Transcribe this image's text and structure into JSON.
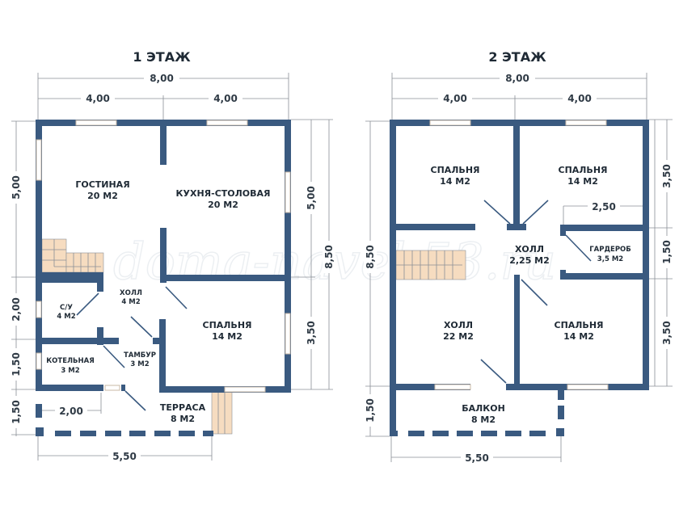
{
  "watermark": "doma-navek53.ru",
  "floor1": {
    "title": "1 ЭТАЖ",
    "dims": {
      "total_w": "8,00",
      "half_l": "4,00",
      "half_r": "4,00",
      "left_top": "5,00",
      "left_mid": "2,00",
      "left_low": "1,50",
      "left_terrace": "1,50",
      "right_top": "5,00",
      "right_low": "3,50",
      "right_total": "8,50",
      "terrace_w": "2,00",
      "bottom": "5,50"
    },
    "rooms": [
      {
        "name": "ГОСТИНАЯ",
        "area": "20 М2"
      },
      {
        "name": "КУХНЯ-СТОЛОВАЯ",
        "area": "20 М2"
      },
      {
        "name": "ХОЛЛ",
        "area": "4 М2"
      },
      {
        "name": "С/У",
        "area": "4 М2"
      },
      {
        "name": "СПАЛЬНЯ",
        "area": "14 М2"
      },
      {
        "name": "КОТЕЛЬНАЯ",
        "area": "3 М2"
      },
      {
        "name": "ТАМБУР",
        "area": "3 М2"
      },
      {
        "name": "ТЕРРАСА",
        "area": "8 М2"
      }
    ]
  },
  "floor2": {
    "title": "2 ЭТАЖ",
    "dims": {
      "total_w": "8,00",
      "half_l": "4,00",
      "half_r": "4,00",
      "left_total": "8,50",
      "left_balcony": "1,50",
      "right_top": "3,50",
      "right_mid": "1,50",
      "right_low": "3,50",
      "wardrobe_w": "2,50",
      "bottom": "5,50"
    },
    "rooms": [
      {
        "name": "СПАЛЬНЯ",
        "area": "14 М2"
      },
      {
        "name": "СПАЛЬНЯ",
        "area": "14 М2"
      },
      {
        "name": "ХОЛЛ",
        "area": "2,25 М2"
      },
      {
        "name": "ГАРДЕРОБ",
        "area": "3,5 М2"
      },
      {
        "name": "ХОЛЛ",
        "area": "22 М2"
      },
      {
        "name": "СПАЛЬНЯ",
        "area": "14 М2"
      },
      {
        "name": "БАЛКОН",
        "area": "8 М2"
      }
    ]
  }
}
